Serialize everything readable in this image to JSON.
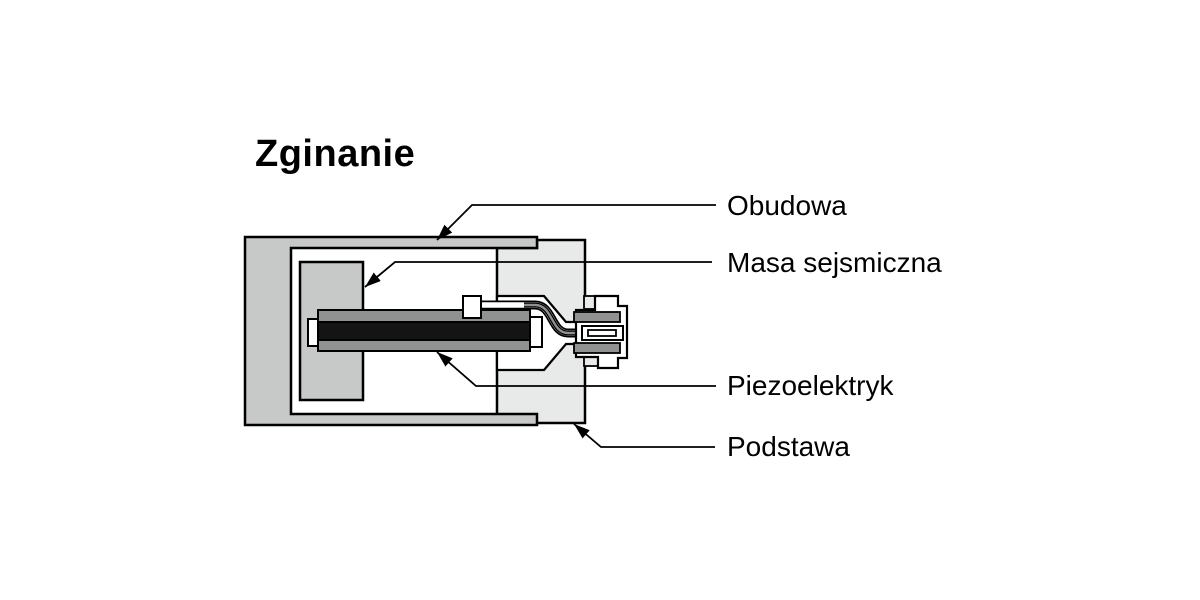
{
  "title": "Zginanie",
  "callouts": [
    {
      "id": "housing",
      "label": "Obudowa"
    },
    {
      "id": "seismic-mass",
      "label": "Masa sejsmiczna"
    },
    {
      "id": "piezoelectric",
      "label": "Piezoelektryk"
    },
    {
      "id": "base",
      "label": "Podstawa"
    }
  ],
  "colors": {
    "housing_gray": "#c6c9c8",
    "base_gray": "#e8eae9",
    "electrode_gray": "#8f9291",
    "piezo_black": "#141414",
    "line_black": "#000000",
    "background": "#ffffff"
  }
}
